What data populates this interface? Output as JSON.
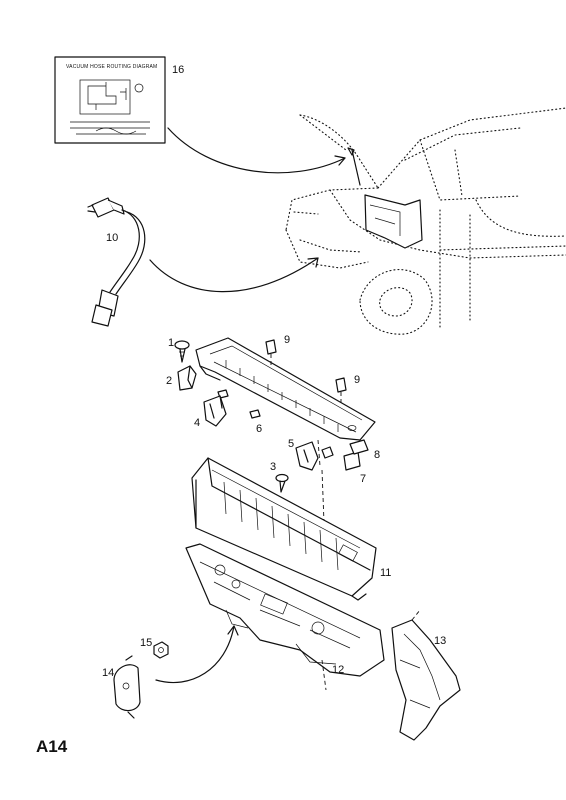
{
  "page_code": "A14",
  "vacuum_label": {
    "heading": "VACUUM HOSE ROUTING DIAGRAM"
  },
  "callouts": {
    "c1": "1",
    "c2": "2",
    "c3": "3",
    "c4": "4",
    "c5": "5",
    "c6": "6",
    "c7": "7",
    "c8": "8",
    "c9a": "9",
    "c9b": "9",
    "c10": "10",
    "c11": "11",
    "c12": "12",
    "c13": "13",
    "c14": "14",
    "c15": "15",
    "c16": "16"
  }
}
